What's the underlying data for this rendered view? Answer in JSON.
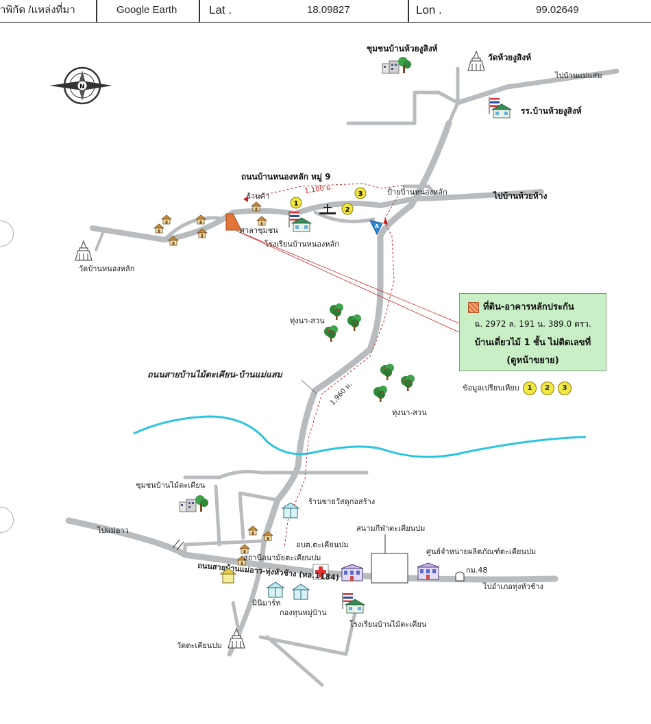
{
  "header": {
    "source_label": "าพิกัด /แหล่งที่มา",
    "source_value": "Google Earth",
    "lat_label": "Lat .",
    "lat_value": "18.09827",
    "lon_label": "Lon .",
    "lon_value": "99.02649"
  },
  "compass": {
    "label": "N"
  },
  "places": {
    "community_huai_ngu_sing": "ชุมชนบ้านห้วยงูสิงห์",
    "wat_huai_ngu_sing": "วัดห้วยงูสิงห์",
    "to_ban_mae_saem": "ไปบ้านแม่แสม",
    "school_huai_ngu_sing": "รร.บ้านห้วยงูสิงห์",
    "nong_lak_road": "ถนนบ้านหนองหลัก หมู่ 9",
    "shop": "ร้านค้า",
    "dist_1100": "1,100 ม.",
    "sign_nong_lak": "ป้ายบ้านหนองหลัก",
    "to_ban_huai_hang": "ไปบ้านห้วยห้าง",
    "community_hall": "ศาลาชุมชน",
    "school_nong_lak": "โรงเรียนบ้านหนองหลัก",
    "wat_nong_lak": "วัดบ้านหนองหลัก",
    "field_garden_1": "ทุ่งนา-สวน",
    "field_garden_2": "ทุ่งนา-สวน",
    "main_road": "ถนนสายบ้านไม้ตะเคียน-บ้านแม่แสม",
    "dist_1960": "1,960 ม.",
    "community_mai_takhian": "ชุมชนบ้านไม้ตะเคียน",
    "construction_store": "ร้านขายวัสดุก่อสร้าง",
    "to_mae_ao": "ไปแม่อาว",
    "stadium": "สนามกีฬาตะเคียนปม",
    "sao_takhian_pom": "อบต.ตะเคียนปม",
    "health_station": "สถานีอนามัยตะเคียนปม",
    "product_center": "ศูนย์จำหน่ายผลิตภัณฑ์ตะเคียนปม",
    "highway_road": "ถนนสายบ้านแม่อาว-ทุ่งหัวช้าง (ทล.1184)",
    "km48": "กม.48",
    "to_thung_hua_chang": "ไปอำเภอทุ่งหัวช้าง",
    "minimart": "มินิมาร์ท",
    "village_fund": "กองทุนหมู่บ้าน",
    "school_mai_takhian": "โรงเรียนบ้านไม้ตะเคียน",
    "wat_takhian_pom": "วัดตะเคียนปม",
    "marker_1": "1",
    "marker_2": "2",
    "marker_3": "3",
    "marker_a": "A"
  },
  "legend": {
    "title": "ที่ดิน-อาคารหลักประกัน",
    "deed": "ฉ. 2972  ล. 191  น. 389.0 ตรว.",
    "house": "บ้านเดี่ยวไม้ 1 ชั้น ไม่ติดเลขที่",
    "note": "(ดูหน้าขยาย)"
  },
  "comparison": {
    "label": "ข้อมูลเปรียบเทียบ",
    "markers": [
      "1",
      "2",
      "3"
    ]
  },
  "colors": {
    "road": "#b8bcbf",
    "river": "#29c5df",
    "legend_bg": "#c9efc6",
    "property": "#e2763a",
    "route": "#cc2222",
    "marker": "#f2e640"
  }
}
